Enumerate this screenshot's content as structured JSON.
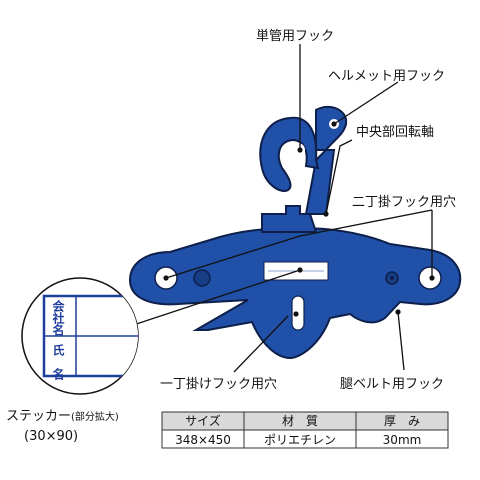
{
  "labels": {
    "single_pipe_hook": "単管用フック",
    "helmet_hook": "ヘルメット用フック",
    "center_rotation_axis": "中央部回転軸",
    "double_hook_hole": "二丁掛フック用穴",
    "single_hook_hole": "一丁掛けフック用穴",
    "belt_hook": "腿ベルト用フック"
  },
  "sticker": {
    "title": "ステッカー",
    "title_note": "(部分拡大)",
    "size": "(30×90)",
    "row1": "会社名",
    "row2": "氏　名"
  },
  "spec_table": {
    "headers": [
      "サイズ",
      "材　質",
      "厚　み"
    ],
    "values": [
      "348×450",
      "ポリエチレン",
      "30mm"
    ]
  },
  "colors": {
    "hanger_blue": "#2050a8",
    "hanger_outline": "#0d1f4a",
    "sticker_blue": "#1f3f9c"
  }
}
